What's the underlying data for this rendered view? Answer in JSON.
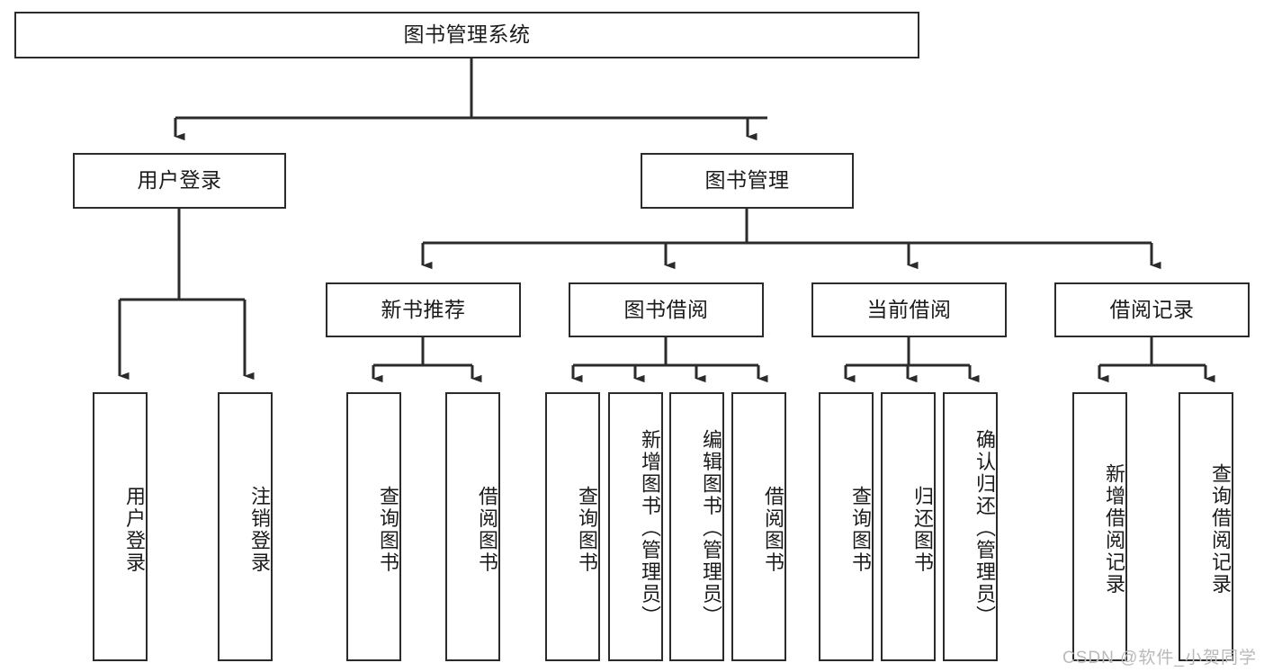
{
  "diagram": {
    "title": "图书管理系统",
    "type": "tree-hierarchy",
    "watermark": "CSDN @软件_小贺同学",
    "colors": {
      "box_border": "#2b2b2b",
      "box_fill": "#ffffff",
      "connector": "#2b2b2b",
      "text": "#1b1b1b",
      "watermark": "#b9b9b9"
    },
    "nodes": {
      "root": {
        "label": "图书管理系统"
      },
      "level2": [
        {
          "id": "user-login",
          "label": "用户登录"
        },
        {
          "id": "book-manage",
          "label": "图书管理"
        }
      ],
      "level3": [
        {
          "id": "new-book-recommend",
          "label": "新书推荐"
        },
        {
          "id": "book-borrow",
          "label": "图书借阅"
        },
        {
          "id": "current-borrow",
          "label": "当前借阅"
        },
        {
          "id": "borrow-record",
          "label": "借阅记录"
        }
      ],
      "leaves": {
        "user-login": [
          {
            "id": "leaf-user-login",
            "label": "用户登录"
          },
          {
            "id": "leaf-user-logout",
            "label": "注销登录"
          }
        ],
        "new-book-recommend": [
          {
            "id": "leaf-query-book-1",
            "label": "查询图书"
          },
          {
            "id": "leaf-borrow-book-1",
            "label": "借阅图书"
          }
        ],
        "book-borrow": [
          {
            "id": "leaf-query-book-2",
            "label": "查询图书"
          },
          {
            "id": "leaf-add-book-admin",
            "label": "新增图书（管理员）"
          },
          {
            "id": "leaf-edit-book-admin",
            "label": "编辑图书（管理员）"
          },
          {
            "id": "leaf-borrow-book-2",
            "label": "借阅图书"
          }
        ],
        "current-borrow": [
          {
            "id": "leaf-query-book-3",
            "label": "查询图书"
          },
          {
            "id": "leaf-return-book",
            "label": "归还图书"
          },
          {
            "id": "leaf-confirm-return-admin",
            "label": "确认归还（管理员）"
          }
        ],
        "borrow-record": [
          {
            "id": "leaf-add-borrow-record",
            "label": "新增借阅记录"
          },
          {
            "id": "leaf-query-borrow-record",
            "label": "查询借阅记录"
          }
        ]
      }
    }
  }
}
